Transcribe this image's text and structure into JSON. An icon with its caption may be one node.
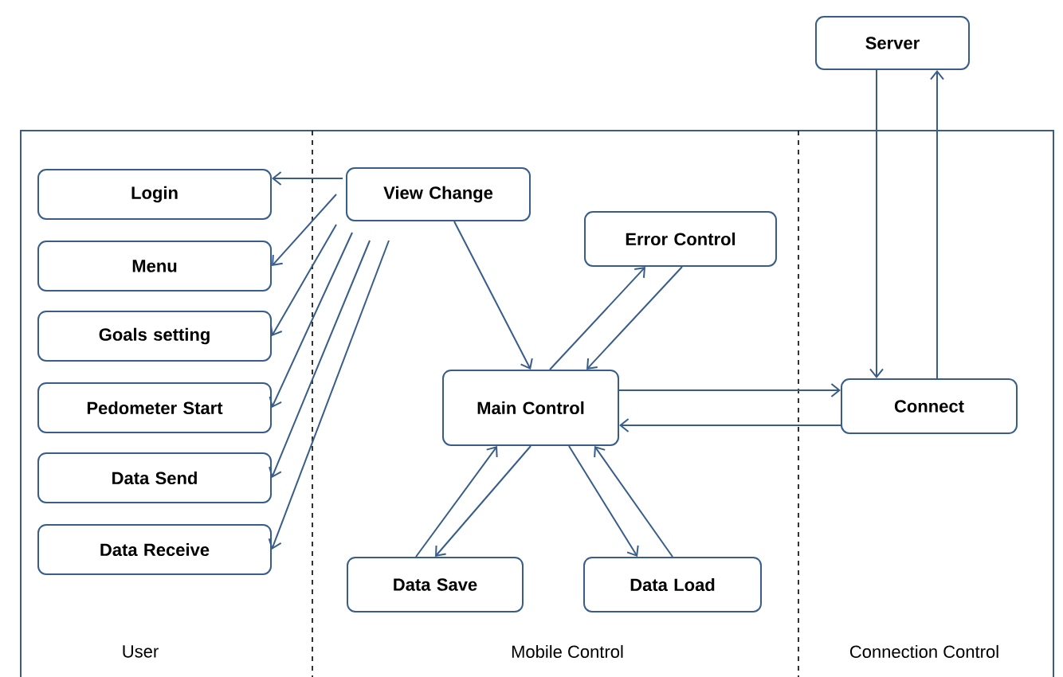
{
  "diagram": {
    "nodes": [
      {
        "text": [
          "Login"
        ]
      },
      {
        "text": [
          "Menu"
        ]
      },
      {
        "text": [
          "Goals setting"
        ]
      },
      {
        "text": [
          "Pedometer Start"
        ]
      },
      {
        "text": [
          "Data Send"
        ]
      },
      {
        "text": [
          "Data Receive"
        ]
      },
      {
        "text": [
          "View Change"
        ]
      },
      {
        "text": [
          "Error Control"
        ]
      },
      {
        "text": [
          "Main Control"
        ]
      },
      {
        "text": [
          "Data Save"
        ]
      },
      {
        "text": [
          "Data Load"
        ]
      },
      {
        "text": [
          "Server"
        ]
      },
      {
        "text": [
          "Connect"
        ]
      }
    ],
    "edges": [
      {
        "from": 6,
        "to": 0,
        "arrow": "to"
      },
      {
        "from": 6,
        "to": 1,
        "arrow": "to"
      },
      {
        "from": 6,
        "to": 2,
        "arrow": "to"
      },
      {
        "from": 6,
        "to": 3,
        "arrow": "to"
      },
      {
        "from": 6,
        "to": 4,
        "arrow": "to"
      },
      {
        "from": 6,
        "to": 5,
        "arrow": "to"
      },
      {
        "from": 6,
        "to": 8,
        "arrow": "to"
      },
      {
        "from": 8,
        "to": 7,
        "arrow": "to"
      },
      {
        "from": 7,
        "to": 8,
        "arrow": "to"
      },
      {
        "from": 9,
        "to": 8,
        "arrow": "to"
      },
      {
        "from": 8,
        "to": 9,
        "arrow": "to"
      },
      {
        "from": 8,
        "to": 10,
        "arrow": "to"
      },
      {
        "from": 10,
        "to": 8,
        "arrow": "to"
      },
      {
        "from": 8,
        "to": 12,
        "arrow": "to"
      },
      {
        "from": 12,
        "to": 8,
        "arrow": "to"
      },
      {
        "from": 11,
        "to": 12,
        "arrow": "to"
      },
      {
        "from": 12,
        "to": 11,
        "arrow": "to"
      }
    ],
    "labels": [
      "User",
      "Mobile Control",
      "Connection Control"
    ]
  }
}
